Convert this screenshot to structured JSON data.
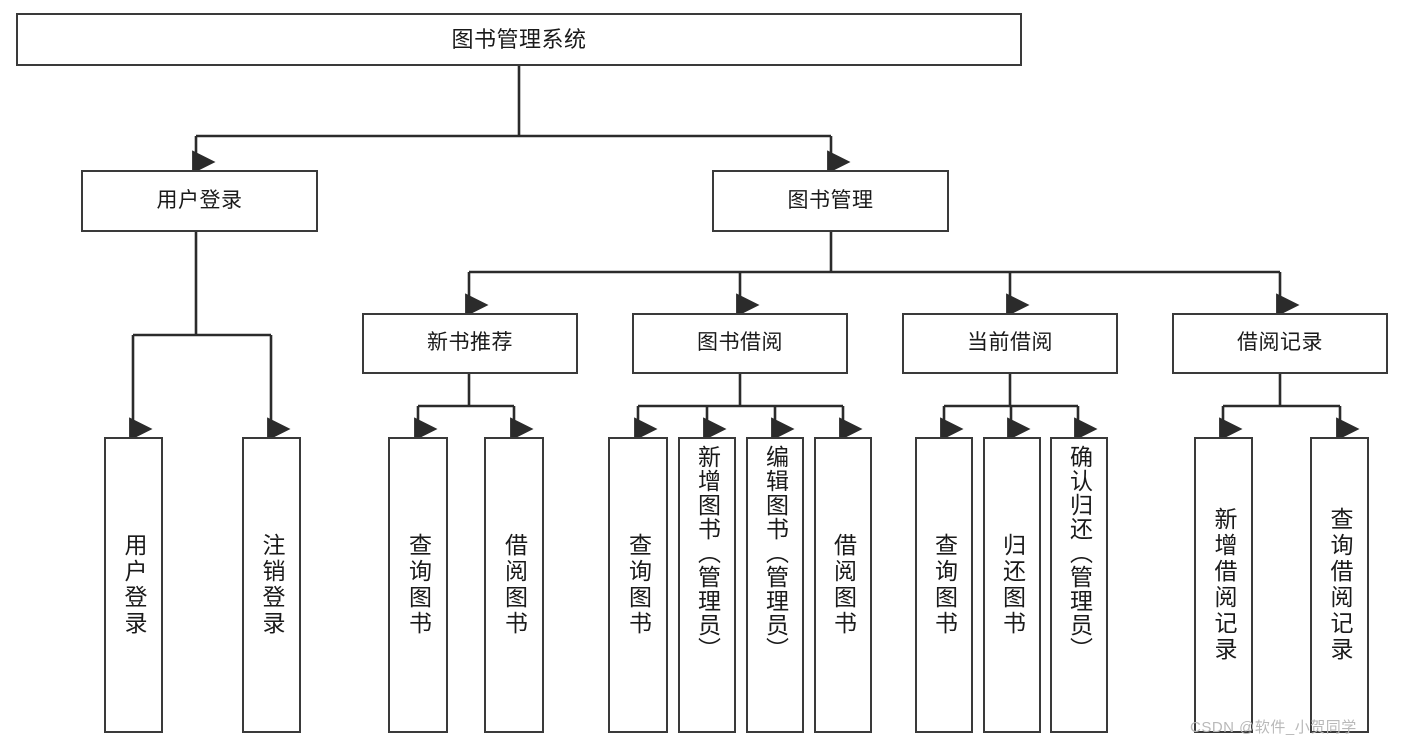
{
  "diagram": {
    "title": "图书管理系统",
    "watermark": "CSDN @软件_小贺同学",
    "colors": {
      "node_border": "#3a3a3a",
      "node_fill": "#ffffff",
      "edge": "#2b2b2b",
      "text": "#1a1a1a",
      "watermark": "#b9b9b9",
      "background": "#ffffff"
    },
    "levels": {
      "root": "图书管理系统",
      "level2": [
        "用户登录",
        "图书管理"
      ],
      "level3": [
        "新书推荐",
        "图书借阅",
        "当前借阅",
        "借阅记录"
      ]
    },
    "nodes": {
      "root": {
        "label": "图书管理系统"
      },
      "user_login": {
        "label": "用户登录"
      },
      "book_manage": {
        "label": "图书管理"
      },
      "new_book_rec": {
        "label": "新书推荐"
      },
      "book_borrow": {
        "label": "图书借阅"
      },
      "current_borrow": {
        "label": "当前借阅"
      },
      "borrow_record": {
        "label": "借阅记录"
      },
      "leaf_user_login": {
        "label": "用户登录"
      },
      "leaf_logout": {
        "label": "注销登录"
      },
      "leaf_query_book_a": {
        "label": "查询图书"
      },
      "leaf_borrow_book_a": {
        "label": "借阅图书"
      },
      "leaf_query_book_b": {
        "label": "查询图书"
      },
      "leaf_add_book": {
        "label": "新增图书（管理员）"
      },
      "leaf_edit_book": {
        "label": "编辑图书（管理员）"
      },
      "leaf_borrow_book_b": {
        "label": "借阅图书"
      },
      "leaf_query_book_c": {
        "label": "查询图书"
      },
      "leaf_return_book": {
        "label": "归还图书"
      },
      "leaf_confirm_return": {
        "label": "确认归还（管理员）"
      },
      "leaf_add_record": {
        "label": "新增借阅记录"
      },
      "leaf_query_record": {
        "label": "查询借阅记录"
      }
    },
    "tree": {
      "name": "图书管理系统",
      "children": [
        {
          "name": "用户登录",
          "children": [
            {
              "name": "用户登录"
            },
            {
              "name": "注销登录"
            }
          ]
        },
        {
          "name": "图书管理",
          "children": [
            {
              "name": "新书推荐",
              "children": [
                {
                  "name": "查询图书"
                },
                {
                  "name": "借阅图书"
                }
              ]
            },
            {
              "name": "图书借阅",
              "children": [
                {
                  "name": "查询图书"
                },
                {
                  "name": "新增图书（管理员）"
                },
                {
                  "name": "编辑图书（管理员）"
                },
                {
                  "name": "借阅图书"
                }
              ]
            },
            {
              "name": "当前借阅",
              "children": [
                {
                  "name": "查询图书"
                },
                {
                  "name": "归还图书"
                },
                {
                  "name": "确认归还（管理员）"
                }
              ]
            },
            {
              "name": "借阅记录",
              "children": [
                {
                  "name": "新增借阅记录"
                },
                {
                  "name": "查询借阅记录"
                }
              ]
            }
          ]
        }
      ]
    }
  }
}
